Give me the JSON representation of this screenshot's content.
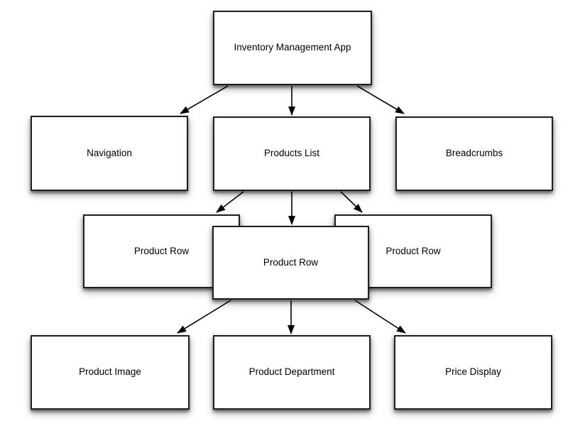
{
  "diagram": {
    "type": "hierarchy",
    "background": "#ffffff",
    "colors": {
      "node_fill": "#ffffff",
      "node_border": "#1f1f1f",
      "edge": "#000000",
      "text": "#000000"
    },
    "nodes": [
      {
        "id": "app",
        "label": "Inventory Management App"
      },
      {
        "id": "navigation",
        "label": "Navigation"
      },
      {
        "id": "products-list",
        "label": "Products List"
      },
      {
        "id": "breadcrumbs",
        "label": "Breadcrumbs"
      },
      {
        "id": "product-row-left",
        "label": "Product Row"
      },
      {
        "id": "product-row-center",
        "label": "Product Row"
      },
      {
        "id": "product-row-right",
        "label": "Product Row"
      },
      {
        "id": "product-image",
        "label": "Product Image"
      },
      {
        "id": "product-department",
        "label": "Product Department"
      },
      {
        "id": "price-display",
        "label": "Price Display"
      }
    ],
    "edges": [
      {
        "from": "app",
        "to": "navigation"
      },
      {
        "from": "app",
        "to": "products-list"
      },
      {
        "from": "app",
        "to": "breadcrumbs"
      },
      {
        "from": "products-list",
        "to": "product-row-left"
      },
      {
        "from": "products-list",
        "to": "product-row-center"
      },
      {
        "from": "products-list",
        "to": "product-row-right"
      },
      {
        "from": "product-row-center",
        "to": "product-image"
      },
      {
        "from": "product-row-center",
        "to": "product-department"
      },
      {
        "from": "product-row-center",
        "to": "price-display"
      }
    ]
  }
}
